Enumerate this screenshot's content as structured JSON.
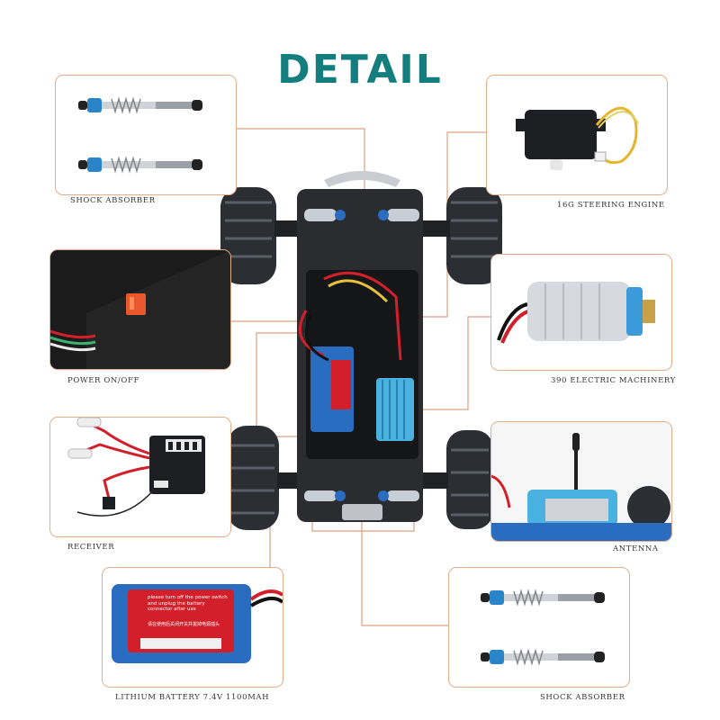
{
  "title": "DETAIL",
  "colors": {
    "title": "#147e7e",
    "frame": "#e6ad8c",
    "leader": "#d9a27f",
    "blue": "#2a6cc0",
    "red": "#d21f2a"
  },
  "labels": {
    "shock_absorber_top": "SHOCK ABSORBER",
    "steering_engine": "16G STEERING ENGINE",
    "power": "POWER ON/OFF",
    "electric_machinery": "390 ELECTRIC MACHINERY",
    "receiver": "RECEIVER",
    "antenna": "ANTENNA",
    "battery": "LITHIUM BATTERY 7.4V 1100MAH",
    "shock_absorber_bottom": "SHOCK ABSORBER"
  },
  "battery_sticker": {
    "warning_en": "please turn off the power switch and unplug the battery connector after use",
    "warning_cn": "请在使用后关闭开关并拔掉电源插头"
  }
}
